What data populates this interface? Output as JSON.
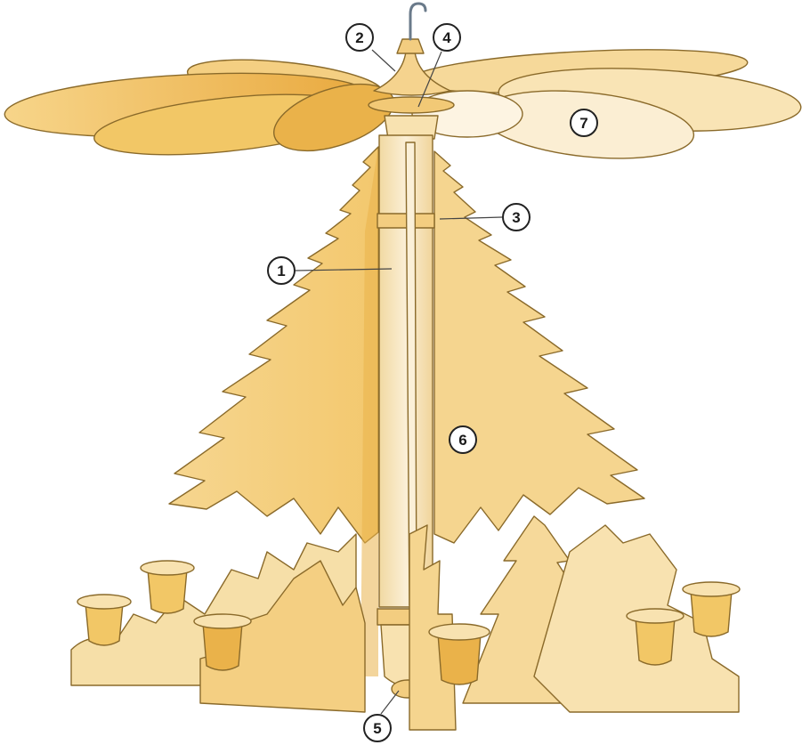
{
  "colors": {
    "wood_dark": "#eab24a",
    "wood_mid": "#f4cf82",
    "wood_light": "#f8e2b0",
    "wood_pale": "#fbf0d8",
    "outline": "#8a6a2a",
    "hook": "#6a7a8a",
    "callout_bg": "#ffffff",
    "callout_border": "#222222"
  },
  "callouts": [
    {
      "id": "1",
      "label": "1"
    },
    {
      "id": "2",
      "label": "2"
    },
    {
      "id": "3",
      "label": "3"
    },
    {
      "id": "4",
      "label": "4"
    },
    {
      "id": "5",
      "label": "5"
    },
    {
      "id": "6",
      "label": "6"
    },
    {
      "id": "7",
      "label": "7"
    }
  ]
}
